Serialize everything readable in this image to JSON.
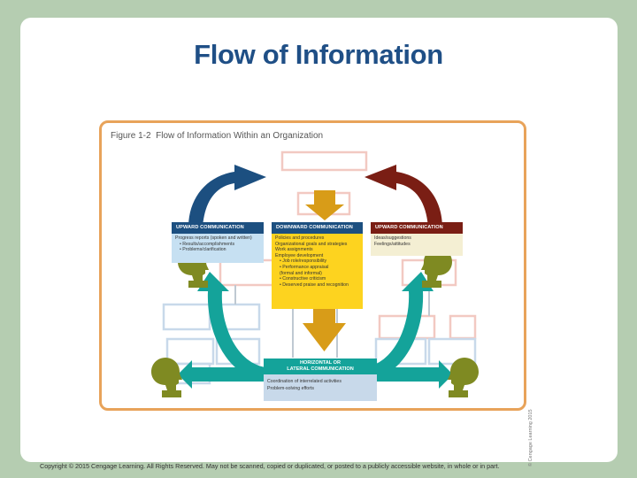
{
  "slide": {
    "title": "Flow of Information",
    "copyright": "Copyright © 2015 Cengage Learning. All Rights Reserved. May not be scanned, copied or duplicated, or posted to a publicly accessible website, in whole or in part."
  },
  "figure": {
    "number": "Figure 1-2",
    "caption": "Flow of Information Within an Organization",
    "credit": "© Cengage Learning 2015",
    "upward_left": {
      "header": "UPWARD COMMUNICATION",
      "items": [
        "Progress reports (spoken and written)",
        "• Results/accomplishments",
        "• Problems/clarification"
      ]
    },
    "downward": {
      "header": "DOWNWARD COMMUNICATION",
      "items": [
        "Policies and procedures",
        "Organizational goals and strategies",
        "Work assignments",
        "Employee development",
        "• Job role/responsibility",
        "• Performance appraisal",
        "  (formal and informal)",
        "• Constructive criticism",
        "• Deserved praise and recognition"
      ]
    },
    "upward_right": {
      "header": "UPWARD COMMUNICATION",
      "items": [
        "Ideas/suggestions",
        "Feelings/attitudes"
      ]
    },
    "lateral": {
      "header_line1": "HORIZONTAL OR",
      "header_line2": "LATERAL COMMUNICATION",
      "items": [
        "Coordination of interrelated activities",
        "Problem-solving efforts"
      ]
    },
    "colors": {
      "blue": "#1c4f80",
      "maroon": "#7a1e14",
      "gold": "#d89c18",
      "teal": "#14a39a",
      "olive": "#7f8a22",
      "orange_border": "#e8a35a",
      "org_pink": "#f2c9c2",
      "org_blue": "#c8d9ea"
    }
  }
}
